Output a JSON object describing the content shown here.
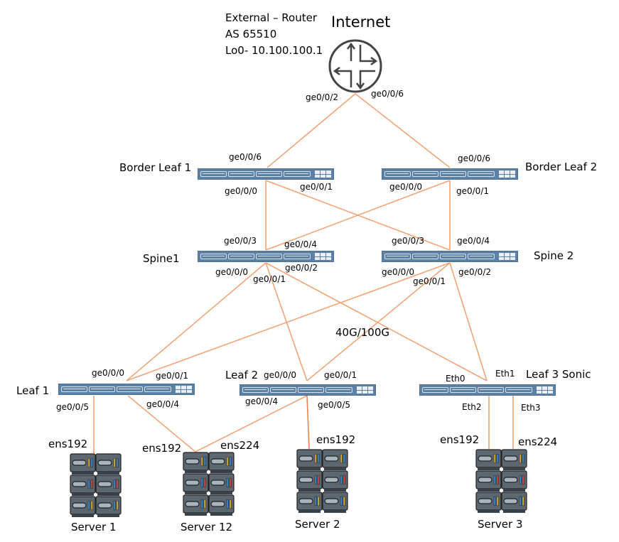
{
  "external_router": {
    "title": "Internet",
    "note_lines": [
      "External – Router",
      "AS 65510",
      "Lo0- 10.100.100.1"
    ],
    "icon": "router-icon",
    "ports": {
      "left": "ge0/0/2",
      "right": "ge0/0/6"
    }
  },
  "border_leaf_1": {
    "name": "Border Leaf 1",
    "ports": {
      "up": "ge0/0/6",
      "down_left": "ge0/0/0",
      "down_right": "ge0/0/1"
    }
  },
  "border_leaf_2": {
    "name": "Border Leaf 2",
    "ports": {
      "up": "ge0/0/6",
      "down_left": "ge0/0/0",
      "down_right": "ge0/0/1"
    }
  },
  "spine_1": {
    "name": "Spine1",
    "ports": {
      "up_left": "ge0/0/3",
      "up_right": "ge0/0/4",
      "down_left": "ge0/0/0",
      "down_mid": "ge0/0/1",
      "down_right": "ge0/0/2"
    }
  },
  "spine_2": {
    "name": "Spine 2",
    "ports": {
      "up_left": "ge0/0/3",
      "up_right": "ge0/0/4",
      "down_left": "ge0/0/0",
      "down_mid": "ge0/0/1",
      "down_right": "ge0/0/2"
    }
  },
  "link_speed": "40G/100G",
  "leaf_1": {
    "name": "Leaf 1",
    "ports": {
      "up_left": "ge0/0/0",
      "up_right": "ge0/0/1",
      "down_left": "ge0/0/5",
      "down_right": "ge0/0/4"
    }
  },
  "leaf_2": {
    "name": "Leaf 2",
    "ports": {
      "up_left": "ge0/0/0",
      "up_right": "ge0/0/1",
      "down_left": "ge0/0/4",
      "down_right": "ge0/0/5"
    }
  },
  "leaf_3": {
    "name": "Leaf 3 Sonic",
    "ports": {
      "up_left": "Eth0",
      "up_right": "Eth1",
      "down_left": "Eth2",
      "down_right": "Eth3"
    }
  },
  "servers": [
    {
      "name": "Server 1",
      "nics": [
        "ens192"
      ]
    },
    {
      "name": "Server 12",
      "nics": [
        "ens192",
        "ens224"
      ]
    },
    {
      "name": "Server 2",
      "nics": [
        "ens192"
      ]
    },
    {
      "name": "Server 3",
      "nics": [
        "ens192",
        "ens224"
      ]
    }
  ],
  "colors": {
    "link": "#f2a477",
    "switch": "#5b82a6",
    "server_body": "#5d6770",
    "router_stroke": "#444444"
  }
}
